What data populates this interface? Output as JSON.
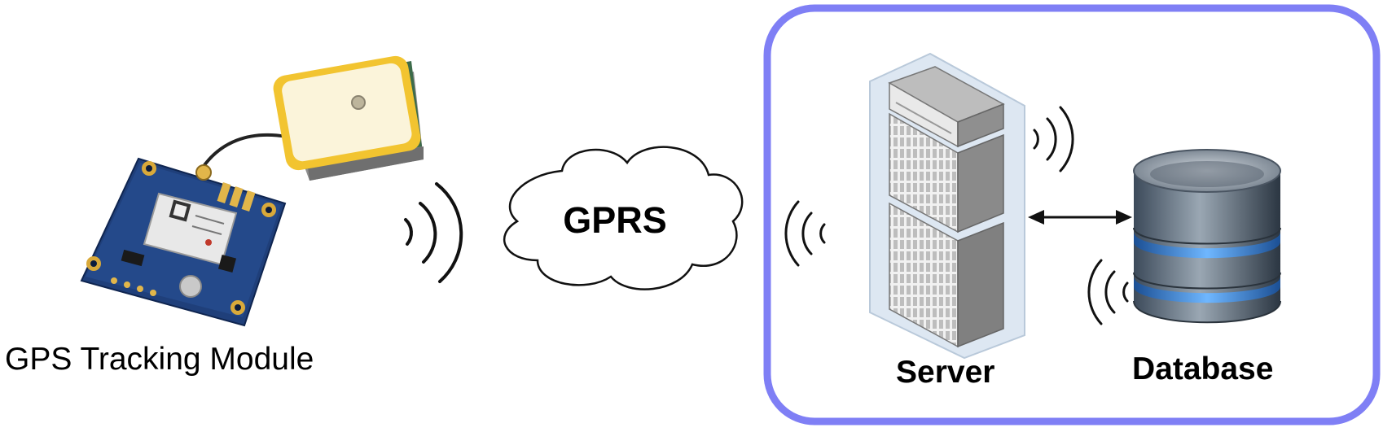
{
  "gps_module": {
    "label": "GPS Tracking Module",
    "icon": "gps-module-icon"
  },
  "network": {
    "label": "GPRS",
    "icon": "cloud-icon"
  },
  "backend": {
    "border_color": "#7f7ff5",
    "server": {
      "label": "Server",
      "icon": "server-rack-icon"
    },
    "database": {
      "label": "Database",
      "icon": "database-icon"
    }
  },
  "colors": {
    "board": "#1f3f7a",
    "antenna_rim": "#f2c430",
    "antenna_top": "#fbf4da",
    "db_glow": "#2f7fd6",
    "rack": "#8a8a8a"
  }
}
